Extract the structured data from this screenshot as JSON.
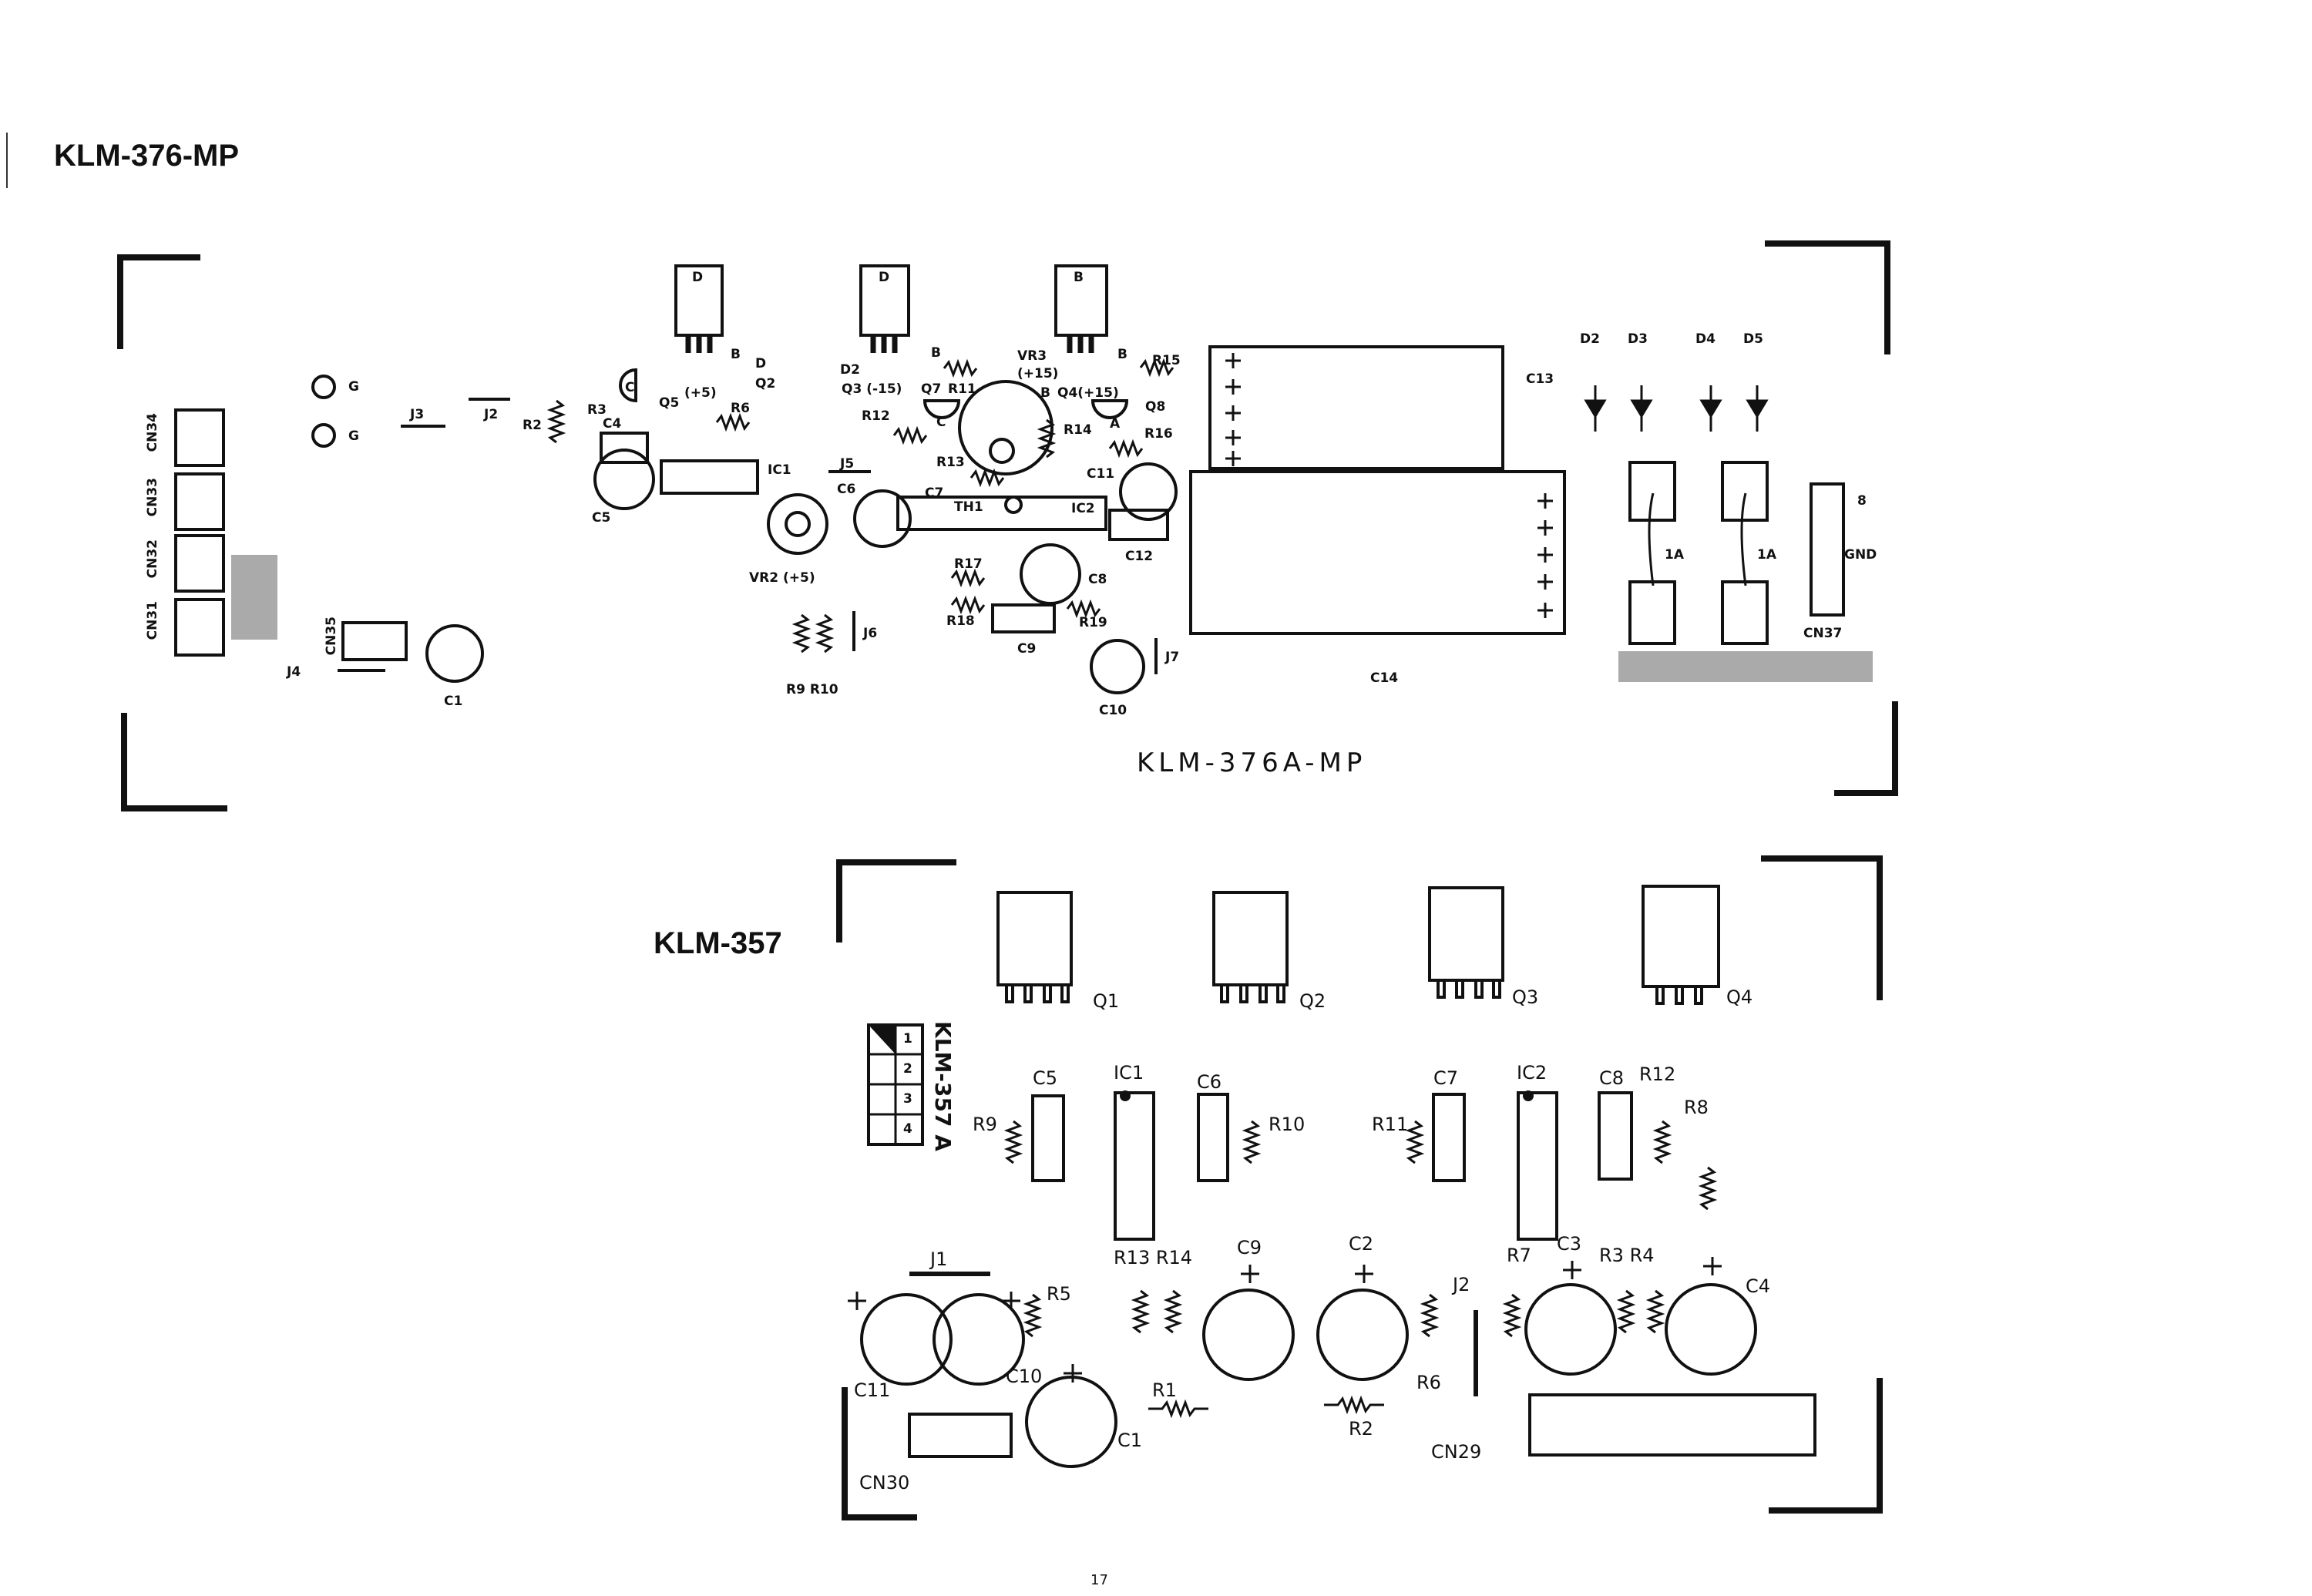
{
  "page_title": "KLM-376-MP",
  "page_number": "17",
  "board_a": {
    "label": "KLM-376A-MP",
    "parts": {
      "d_top1": "D",
      "d_top2": "D",
      "b_top3": "B",
      "b1": "B",
      "b2": "B",
      "b3": "B",
      "d1": "D",
      "d2": "D2",
      "q2": "Q2",
      "q3": "Q3 (-15)",
      "q7": "Q7",
      "q5": "Q5",
      "q5_v": "(+5)",
      "vr3": "VR3",
      "vr3_v": "(+15)",
      "q4": "Q4(+15)",
      "q8": "Q8",
      "r2": "R2",
      "r3": "R3",
      "r6": "R6",
      "r9r10": "R9 R10",
      "r11": "R11",
      "r12": "R12",
      "r13": "R13",
      "r14": "R14",
      "r15": "R15",
      "r16": "R16",
      "r17": "R17",
      "r18": "R18",
      "r19": "R19",
      "c1": "C1",
      "c4": "C4",
      "c5": "C5",
      "c6": "C6",
      "c7": "C7",
      "c8": "C8",
      "c9": "C9",
      "c10": "C10",
      "c11": "C11",
      "c12": "C12",
      "c13": "C13",
      "c14": "C14",
      "ic1": "IC1",
      "ic2": "IC2",
      "th1": "TH1",
      "vr2": "VR2 (+5)",
      "j2": "J2",
      "j3": "J3",
      "j4": "J4",
      "j5": "J5",
      "j6": "J6",
      "j7": "J7",
      "cn31": "CN31",
      "cn32": "CN32",
      "cn33": "CN33",
      "cn34": "CN34",
      "cn35": "CN35",
      "cn37": "CN37",
      "g1": "G",
      "g2": "G",
      "a": "A",
      "c": "C",
      "d3": "D3",
      "d4": "D4",
      "d5": "D5",
      "fuse1": "1A",
      "fuse2": "1A",
      "gnd": "GND",
      "eight": "8"
    }
  },
  "board_b": {
    "label": "KLM-357",
    "variant": "KLM-357 A",
    "pin_numbers": [
      "1",
      "2",
      "3",
      "4"
    ],
    "parts": {
      "q1": "Q1",
      "q2": "Q2",
      "q3": "Q3",
      "q4": "Q4",
      "c1": "C1",
      "c2": "C2",
      "c3": "C3",
      "c4": "C4",
      "c5": "C5",
      "c6": "C6",
      "c7": "C7",
      "c8": "C8",
      "c9": "C9",
      "c10": "C10",
      "c11": "C11",
      "ic1": "IC1",
      "ic2": "IC2",
      "r1": "R1",
      "r2": "R2",
      "r3r4": "R3 R4",
      "r5": "R5",
      "r6": "R6",
      "r7": "R7",
      "r8": "R8",
      "r9": "R9",
      "r10": "R10",
      "r11": "R11",
      "r12": "R12",
      "r13r14": "R13 R14",
      "j1": "J1",
      "j2": "J2",
      "cn29": "CN29",
      "cn30": "CN30"
    }
  }
}
